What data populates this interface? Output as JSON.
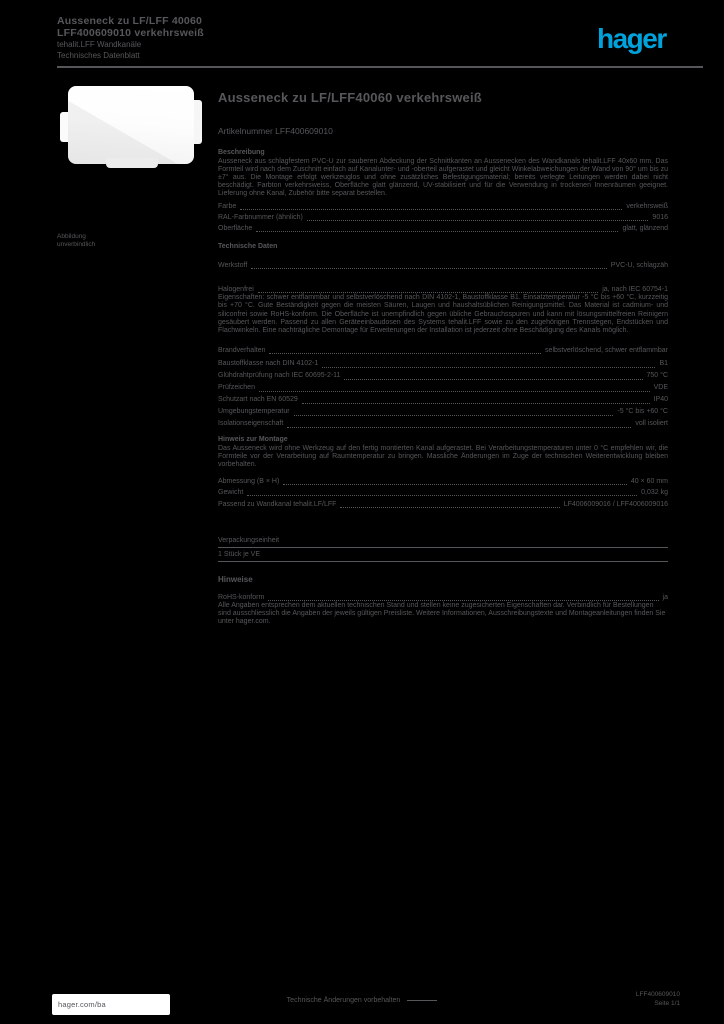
{
  "colors": {
    "background": "#000000",
    "text": "#57575b",
    "accent": "#00a2dc",
    "photo": "#ffffff"
  },
  "header": {
    "line1": "Ausseneck zu LF/LFF 40060",
    "line2": "LFF400609010 verkehrsweiß",
    "line3": "tehalit.LFF Wandkanäle",
    "line4": "Technisches Datenblatt",
    "logo": "hager"
  },
  "photo_note": {
    "line1": "Abbildung",
    "line2": "unverbindlich"
  },
  "product": {
    "title": "Ausseneck zu LF/LFF40060 verkehrsweiß",
    "subtitle": "Artikelnummer LFF400609010",
    "description_heading": "Beschreibung",
    "description": "Ausseneck aus schlagfestem PVC-U zur sauberen Abdeckung der Schnittkanten an Aussenecken des Wandkanals tehalit.LFF 40x60 mm. Das Formteil wird nach dem Zuschnitt einfach auf Kanalunter- und -oberteil aufgerastet und gleicht Winkelabweichungen der Wand von 90° um bis zu ±7° aus. Die Montage erfolgt werkzeuglos und ohne zusätzliches Befestigungsmaterial; bereits verlegte Leitungen werden dabei nicht beschädigt. Farbton verkehrsweiss, Oberfläche glatt glänzend, UV-stabilisiert und für die Verwendung in trockenen Innenräumen geeignet. Lieferung ohne Kanal, Zubehör bitte separat bestellen."
  },
  "specs": {
    "group_a": [
      {
        "label": "Farbe",
        "value": "verkehrsweiß"
      },
      {
        "label": "RAL-Farbnummer (ähnlich)",
        "value": "9016"
      },
      {
        "label": "Oberfläche",
        "value": "glatt, glänzend"
      }
    ],
    "heading_b": "Technische Daten",
    "group_b": [
      {
        "label": "Werkstoff",
        "value": "PVC-U, schlagzäh"
      }
    ],
    "row_c1": [
      {
        "label": "Halogenfrei",
        "value": "ja, nach IEC 60754-1"
      }
    ],
    "para_c": "Eigenschaften: schwer entflammbar und selbstverlöschend nach DIN 4102-1, Baustoffklasse B1. Einsatztemperatur -5 °C bis +60 °C, kurzzeitig bis +70 °C. Gute Beständigkeit gegen die meisten Säuren, Laugen und haushaltsüblichen Reinigungsmittel. Das Material ist cadmium- und siliconfrei sowie RoHS-konform. Die Oberfläche ist unempfindlich gegen übliche Gebrauchsspuren und kann mit lösungsmittelfreien Reinigern gesäubert werden. Passend zu allen Geräteeinbaudosen des Systems tehalit.LFF sowie zu den zugehörigen Trennstegen, Endstücken und Flachwinkeln. Eine nachträgliche Demontage für Erweiterungen der Installation ist jederzeit ohne Beschädigung des Kanals möglich.",
    "row_c2": [
      {
        "label": "Brandverhalten",
        "value": "selbstverlöschend, schwer entflammbar"
      }
    ],
    "group_d": [
      {
        "label": "Baustoffklasse nach DIN 4102-1",
        "value": "B1"
      },
      {
        "label": "Glühdrahtprüfung nach IEC 60695-2-11",
        "value": "750 °C"
      },
      {
        "label": "Prüfzeichen",
        "value": "VDE"
      },
      {
        "label": "Schutzart nach EN 60529",
        "value": "IP40"
      },
      {
        "label": "Umgebungstemperatur",
        "value": "-5 °C bis +60 °C"
      },
      {
        "label": "Isolationseigenschaft",
        "value": "voll isoliert"
      }
    ],
    "heading_d": "Hinweis zur Montage",
    "para_d": "Das Ausseneck wird ohne Werkzeug auf den fertig montierten Kanal aufgerastet. Bei Verarbeitungstemperaturen unter 0 °C empfehlen wir, die Formteile vor der Verarbeitung auf Raumtemperatur zu bringen. Massliche Änderungen im Zuge der technischen Weiterentwicklung bleiben vorbehalten.",
    "group_d2": [
      {
        "label": "Abmessung (B × H)",
        "value": "40 × 60 mm"
      },
      {
        "label": "Gewicht",
        "value": "0,032 kg"
      }
    ],
    "row_full": [
      {
        "label": "Passend zu Wandkanal tehalit.LF/LFF",
        "value": "LF4006009016 / LFF4006009016"
      }
    ],
    "packaging": {
      "caption": "Verpackungseinheit",
      "middle": "1 Stück je VE"
    },
    "heading_f": "Hinweise",
    "row_f": [
      {
        "label": "RoHS-konform",
        "value": "ja"
      }
    ],
    "para_f": "Alle Angaben entsprechen dem aktuellen technischen Stand und stellen keine zugesicherten Eigenschaften dar. Verbindlich für Bestellungen sind ausschliesslich die Angaben der jeweils gültigen Preisliste. Weitere Informationen, Ausschreibungstexte und Montageanleitungen finden Sie unter hager.com."
  },
  "footer": {
    "site": "hager.com/ba",
    "center": "Technische Änderungen vorbehalten",
    "right_line1": "LFF400609010",
    "right_line2": "Seite 1/1"
  }
}
